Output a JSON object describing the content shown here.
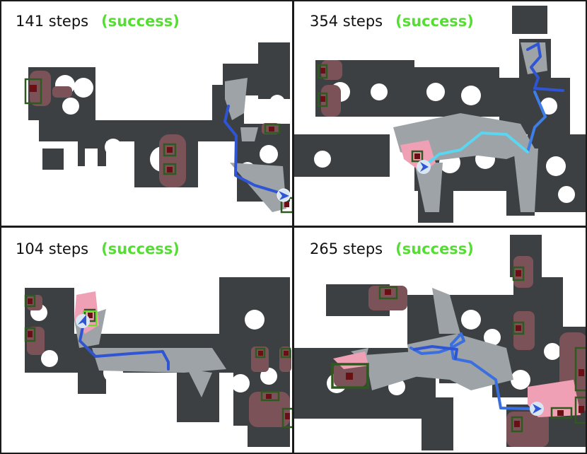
{
  "colors": {
    "obstacle": "#3c4043",
    "explored": "#9da3a6",
    "frontier_object": "#7a5258",
    "goal_region": "#f0a0b4",
    "object_box_dark": "#2f5a1f",
    "object_box_light": "#66dd22",
    "object_center": "#6a0f14",
    "trajectory": "#2f55d4",
    "trajectory_light": "#5ad6f0",
    "success": "#55dd33",
    "agent": "#d8e6f4"
  },
  "panels": [
    {
      "steps": "141 steps",
      "status": "(success)"
    },
    {
      "steps": "354 steps",
      "status": "(success)"
    },
    {
      "steps": "104 steps",
      "status": "(success)"
    },
    {
      "steps": "265 steps",
      "status": "(success)"
    }
  ]
}
